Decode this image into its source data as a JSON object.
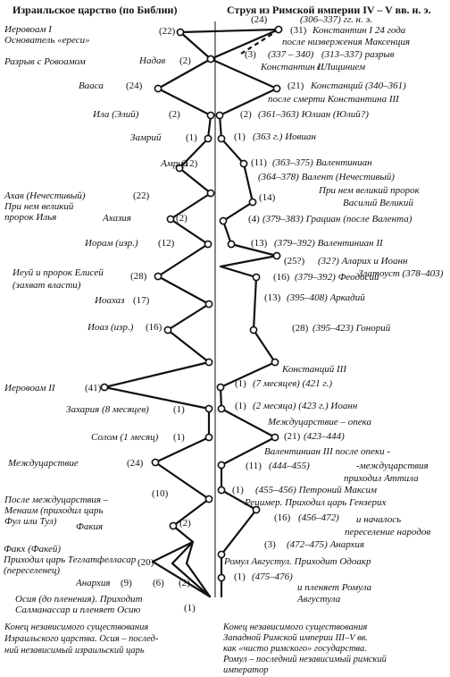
{
  "header": {
    "left": "Израильское царство (по Библии)",
    "right": "Струя из Римской империи IV – V вв. н. э."
  },
  "left_items": [
    {
      "id": "L1",
      "label": [
        "Иеровоам I",
        "Основатель «ереси»"
      ],
      "value": "(22)"
    },
    {
      "id": "L2",
      "label": [
        "Надав"
      ],
      "value": "(2)",
      "pre": "Разрыв с Ровоамом"
    },
    {
      "id": "L3",
      "label": [
        "Вааса"
      ],
      "value": "(24)"
    },
    {
      "id": "L4",
      "label": [
        "Ила (Элий)"
      ],
      "value": "(2)"
    },
    {
      "id": "L5",
      "label": [
        "Замрий"
      ],
      "value": "(1)"
    },
    {
      "id": "L6",
      "label": [
        "Амрий"
      ],
      "value": "(12)"
    },
    {
      "id": "L7",
      "label": [
        "Ахав (Нечестивый)",
        "При нем великий",
        "пророк Илья"
      ],
      "value": "(22)"
    },
    {
      "id": "L8",
      "label": [
        "Ахазия"
      ],
      "value": "(2)"
    },
    {
      "id": "L9",
      "label": [
        "Иорам (изр.)"
      ],
      "value": "(12)"
    },
    {
      "id": "L10",
      "label": [
        "Иеуй и пророк Елисей",
        "(захват власти)"
      ],
      "value": "(28)"
    },
    {
      "id": "L11",
      "label": [
        "Иоахаз"
      ],
      "value": "(17)"
    },
    {
      "id": "L12",
      "label": [
        "Иоаз (изр.)"
      ],
      "value": "(16)"
    },
    {
      "id": "L13",
      "label": [
        "Иеровоам II"
      ],
      "value": "(41)"
    },
    {
      "id": "L14",
      "label": [
        "Захария (8 месяцев)"
      ],
      "value": "(1)"
    },
    {
      "id": "L15",
      "label": [
        "Солом (1 месяц)"
      ],
      "value": "(1)"
    },
    {
      "id": "L16",
      "label": [
        "Междуцарствие"
      ],
      "value": "(24)"
    },
    {
      "id": "L17",
      "label": [
        "После междуцарствия –",
        "Менаим (приходил царь",
        "Фул или Тул)"
      ],
      "value": "(10)"
    },
    {
      "id": "L18",
      "label": [
        "Факия"
      ],
      "value": "(2)"
    },
    {
      "id": "L19",
      "label": [
        "Факх (Факей)",
        "Приходил царь Теглатфелласар",
        "(переселенец)"
      ],
      "value": "(20)"
    },
    {
      "id": "L20",
      "label": [
        "Анархия"
      ],
      "value": "(9)",
      "extra": "(6)",
      "extra2": "(2)"
    },
    {
      "id": "L21",
      "label": [
        "Осия (до пленения). Приходит",
        "Салманассар и пленяет Осию"
      ],
      "value": "(1)"
    }
  ],
  "right_items": [
    {
      "id": "R0",
      "value": "(24)",
      "text": "(306–337) гг. н. э."
    },
    {
      "id": "R1",
      "value": "(31)",
      "text": "Константин I   24 года",
      "sub": "после низвержения Максенция"
    },
    {
      "id": "R2",
      "value": "(3)",
      "text": "(337 – 340)",
      "text2": "(313–337) разрыв",
      "sub": "Константин II",
      "sub2": "с Лицинием"
    },
    {
      "id": "R3",
      "value": "(21)",
      "text": "Констанций (340–361)",
      "sub": "после смерти Константина III"
    },
    {
      "id": "R4",
      "value": "(2)",
      "text": "(361–363) Юлиан (Юлий?)"
    },
    {
      "id": "R5",
      "value": "(1)",
      "text": "(363 г.)   Иовиан"
    },
    {
      "id": "R6",
      "value": "(11)",
      "text": "(363–375) Валентиниан"
    },
    {
      "id": "R7",
      "value": "(14)",
      "text": "(364–378) Валент (Нечестивый)",
      "sub": "При нем великий пророк",
      "sub2": "Василий Великий"
    },
    {
      "id": "R8",
      "value": "(4)",
      "text": "(379–383) Грациан (после Валента)"
    },
    {
      "id": "R9",
      "value": "(13)",
      "text": "(379–392) Валентиниан II"
    },
    {
      "id": "R10",
      "value": "(25?)",
      "text": "(32?)  Аларих и Иоанн",
      "sub": "Златоуст (378–403)"
    },
    {
      "id": "R11",
      "value": "(16)",
      "text": "(379–392)  Феодосий"
    },
    {
      "id": "R12",
      "value": "(13)",
      "text": "(395–408)  Аркадий"
    },
    {
      "id": "R13",
      "value": "(28)",
      "text": "(395–423)  Гонорий"
    },
    {
      "id": "R14",
      "value": "(1)",
      "pre": "Констанций III",
      "text": "(7 месяцев)  (421 г.)"
    },
    {
      "id": "R15",
      "value": "(1)",
      "text": "(2 месяца)  (423 г.)  Иоанн"
    },
    {
      "id": "R16",
      "value": "(21)",
      "pre": "Междуцарствие – опека",
      "text": "(423–444)"
    },
    {
      "id": "R17",
      "value": "(11)",
      "pre": "Валентиниан III после опеки -",
      "text": "(444–455)",
      "sub": "-междуцарствия",
      "sub2": "приходил Аттила"
    },
    {
      "id": "R18",
      "value": "(1)",
      "text": "(455–456)  Петроний Максим",
      "sub": "Рецимер. Приходил царь Гензерих"
    },
    {
      "id": "R19",
      "value": "(16)",
      "text": "(456–472)",
      "sub": "и началось",
      "sub2": "переселение народов"
    },
    {
      "id": "R20",
      "value": "(3)",
      "text": "(472–475)  Анархия"
    },
    {
      "id": "R21",
      "value": "(1)",
      "pre": "Ромул Августул. Приходит Одоакр",
      "text": "(475–476)",
      "sub": "и пленяет Ромула",
      "sub2": "Августула"
    }
  ],
  "footer": {
    "left": [
      "Конец независимого существования",
      "Израильского царства. Осия – послед-",
      "ний независимый израильский царь"
    ],
    "right": [
      "Конец независимого существования",
      "Западной Римской империи III–V вв.",
      "как «чисто римского» государства.",
      "Ромул – последний  независимый римский",
      "император"
    ]
  }
}
